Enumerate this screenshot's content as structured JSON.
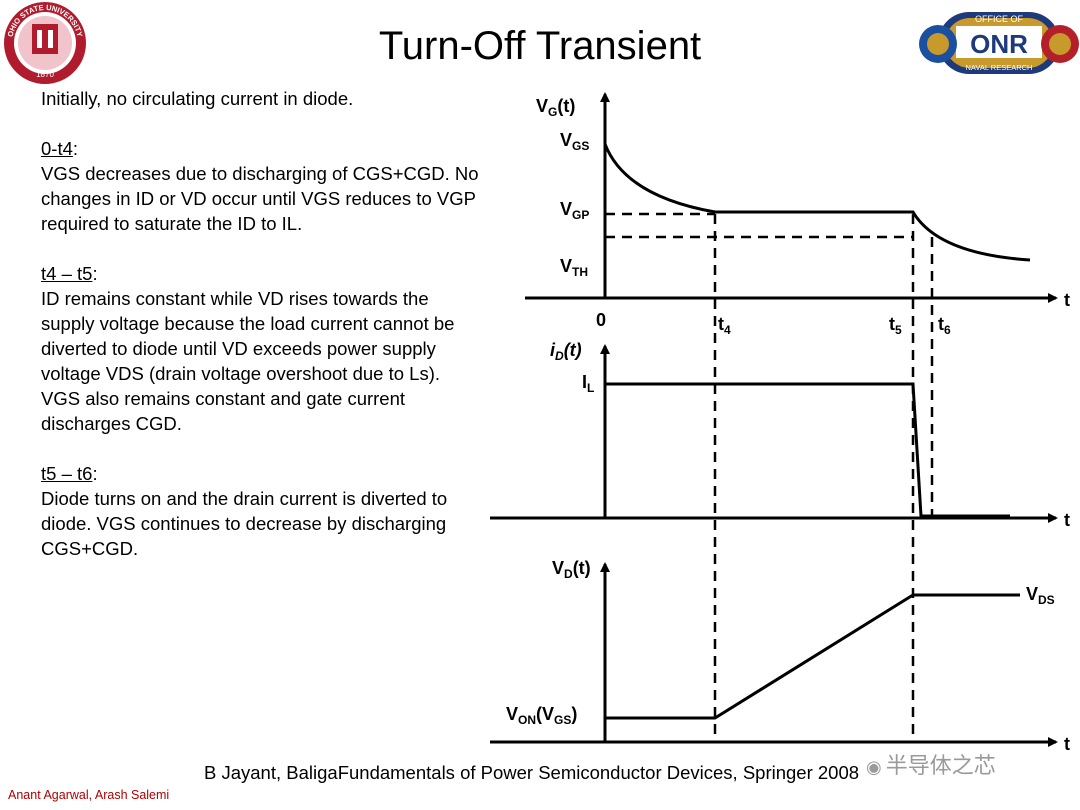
{
  "slide": {
    "title": "Turn-Off Transient",
    "citation": "B Jayant, BaligaFundamentals of Power Semiconductor Devices, Springer 2008",
    "authors": "Anant Agarwal, Arash Salemi",
    "watermark": "半导体之芯",
    "left_logo": {
      "icon": "ohio-state-university-seal",
      "text": "OHIO STATE UNIVERSITY",
      "year": "1870"
    },
    "right_logo": {
      "icon": "office-of-naval-research-logo",
      "top_text": "OFFICE OF",
      "center_text": "ONR",
      "bottom_text": "NAVAL RESEARCH"
    }
  },
  "text": {
    "intro": "Initially, no circulating current in diode.",
    "sections": [
      {
        "heading": "0-t4",
        "body": "VGS decreases due to discharging of CGS+CGD.  No changes in ID or VD occur until VGS reduces to VGP required to saturate the ID to IL."
      },
      {
        "heading": "t4 – t5",
        "body": "ID remains constant while VD rises towards the supply voltage because the load current cannot be diverted to diode until VD exceeds power supply voltage VDS (drain voltage overshoot due to Ls).  VGS also remains constant and gate current discharges CGD."
      },
      {
        "heading": "t5 – t6",
        "body": "Diode turns on and the drain current is diverted to diode.  VGS continues to decrease by discharging CGS+CGD."
      }
    ]
  },
  "diagram": {
    "gate_panel": {
      "axis_label": {
        "main": "V",
        "sub": "G",
        "suffix": "(t)"
      },
      "levels": [
        {
          "main": "V",
          "sub": "GS"
        },
        {
          "main": "V",
          "sub": "GP"
        },
        {
          "main": "V",
          "sub": "TH"
        }
      ]
    },
    "drain_current_panel": {
      "axis_label": {
        "main": "i",
        "sub": "D",
        "suffix": "(t)"
      },
      "level": {
        "main": "I",
        "sub": "L"
      }
    },
    "drain_voltage_panel": {
      "axis_label": {
        "main": "V",
        "sub": "D",
        "suffix": "(t)"
      },
      "level_low": {
        "main": "V",
        "sub": "ON",
        "tail": "(V",
        "tail_sub": "GS",
        "tail_end": ")"
      },
      "level_high": {
        "main": "V",
        "sub": "DS"
      }
    },
    "time_axis": "t",
    "time_marks": {
      "origin": "0",
      "t4": {
        "main": "t",
        "sub": "4"
      },
      "t5": {
        "main": "t",
        "sub": "5"
      },
      "t6": {
        "main": "t",
        "sub": "6"
      }
    }
  }
}
